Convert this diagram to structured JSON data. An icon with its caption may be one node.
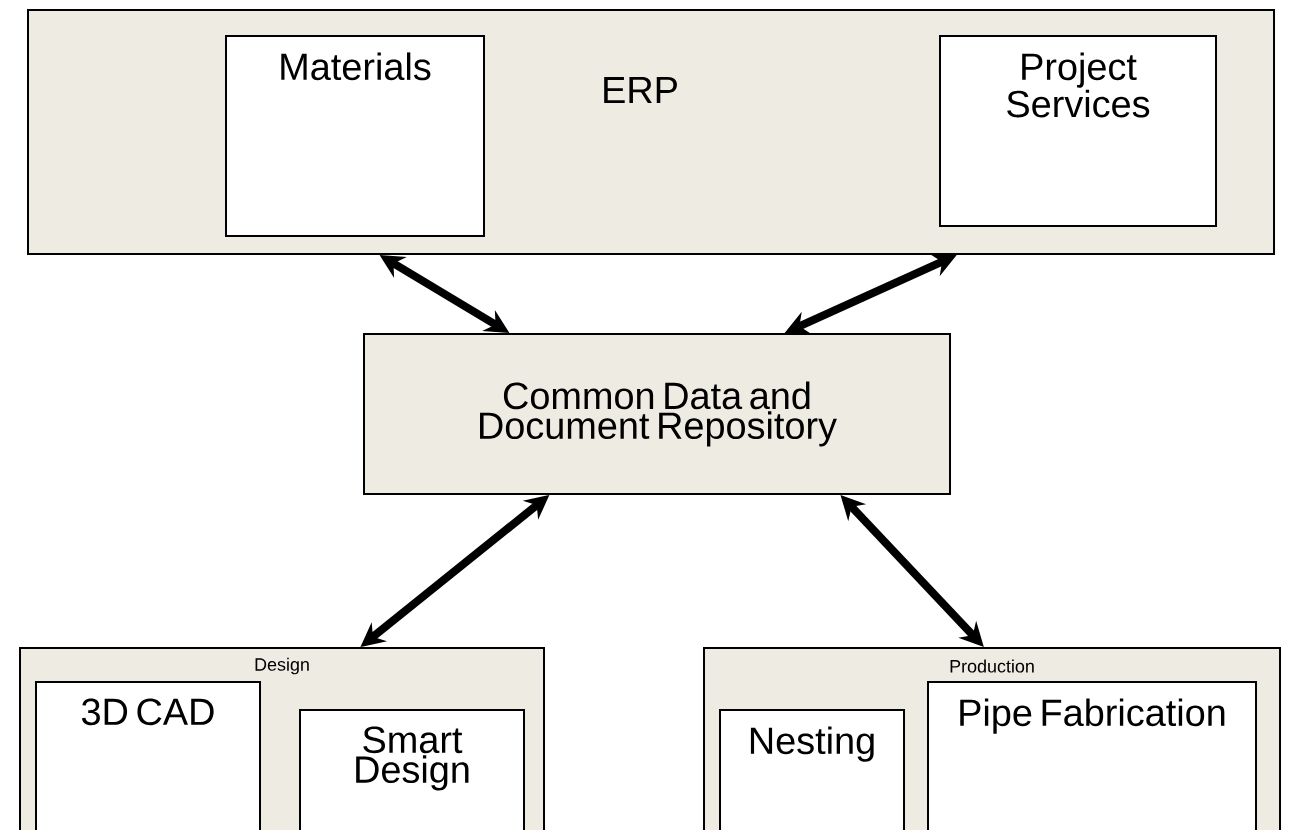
{
  "diagram": {
    "nodes": [
      {
        "text": [
          "ERP"
        ]
      },
      {
        "text": [
          "Materials"
        ],
        "in": 0
      },
      {
        "text": [
          "Project Services"
        ],
        "in": 0
      },
      {
        "text": [
          "Common Data and Document Repository"
        ]
      },
      {
        "text": [
          "Design"
        ]
      },
      {
        "text": [
          "3D CAD"
        ],
        "in": 4
      },
      {
        "text": [
          "Smart Design"
        ],
        "in": 4
      },
      {
        "text": [
          "Production"
        ]
      },
      {
        "text": [
          "Nesting"
        ],
        "in": 7
      },
      {
        "text": [
          "Pipe Fabrication"
        ],
        "in": 7
      }
    ],
    "edges": [
      {
        "from": 0,
        "to": 3,
        "arrow": "both"
      },
      {
        "from": 0,
        "to": 3,
        "arrow": "both"
      },
      {
        "from": 3,
        "to": 4,
        "arrow": "both"
      },
      {
        "from": 3,
        "to": 7,
        "arrow": "both"
      }
    ]
  }
}
